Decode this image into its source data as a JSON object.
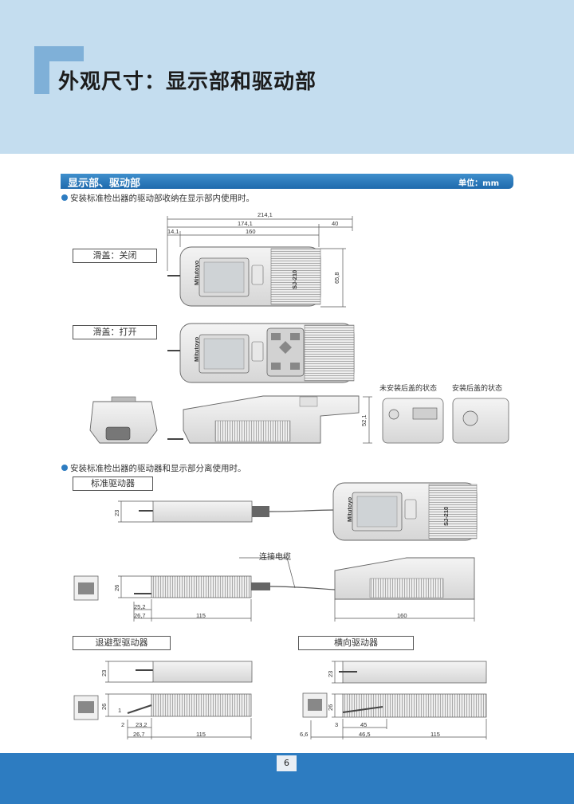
{
  "header": {
    "title": "外观尺寸：显示部和驱动部"
  },
  "section": {
    "title": "显示部、驱动部",
    "unit": "单位：mm"
  },
  "notes": {
    "n1": "安装标准检出器的驱动部收纳在显示部内使用时。",
    "n2": "安装标准检出器的驱动器和显示部分离使用时。"
  },
  "tags": {
    "closed": "滑盖：关闭",
    "open": "滑盖：打开",
    "standard": "标准驱动器",
    "retract": "退避型驱动器",
    "transverse": "横向驱动器"
  },
  "labels": {
    "no_cover": "未安装后盖的状态",
    "with_cover": "安装后盖的状态",
    "cable": "连接电缆",
    "model": "SJ-210",
    "brand": "Mitutoyo"
  },
  "dims": {
    "d214": "214,1",
    "d174": "174,1",
    "d40": "40",
    "d14": "14,1",
    "d160": "160",
    "d658": "65,8",
    "d521": "52,1",
    "s23": "23",
    "s26": "26",
    "s252": "25,2",
    "s267": "26,7",
    "s115": "115",
    "s160": "160",
    "r23": "23",
    "r26": "26",
    "r1": "1",
    "r2": "2",
    "r232": "23,2",
    "r267": "26,7",
    "r115": "115",
    "t23": "23",
    "t26": "26",
    "t3": "3",
    "t45": "45",
    "t66": "6,6",
    "t465": "46,5",
    "t115": "115"
  },
  "footer": {
    "page": "6"
  },
  "colors": {
    "header_bg": "#c4ddef",
    "accent": "#2d7cc1",
    "bar_top": "#3f8fcc",
    "bar_bottom": "#1f6aad"
  }
}
